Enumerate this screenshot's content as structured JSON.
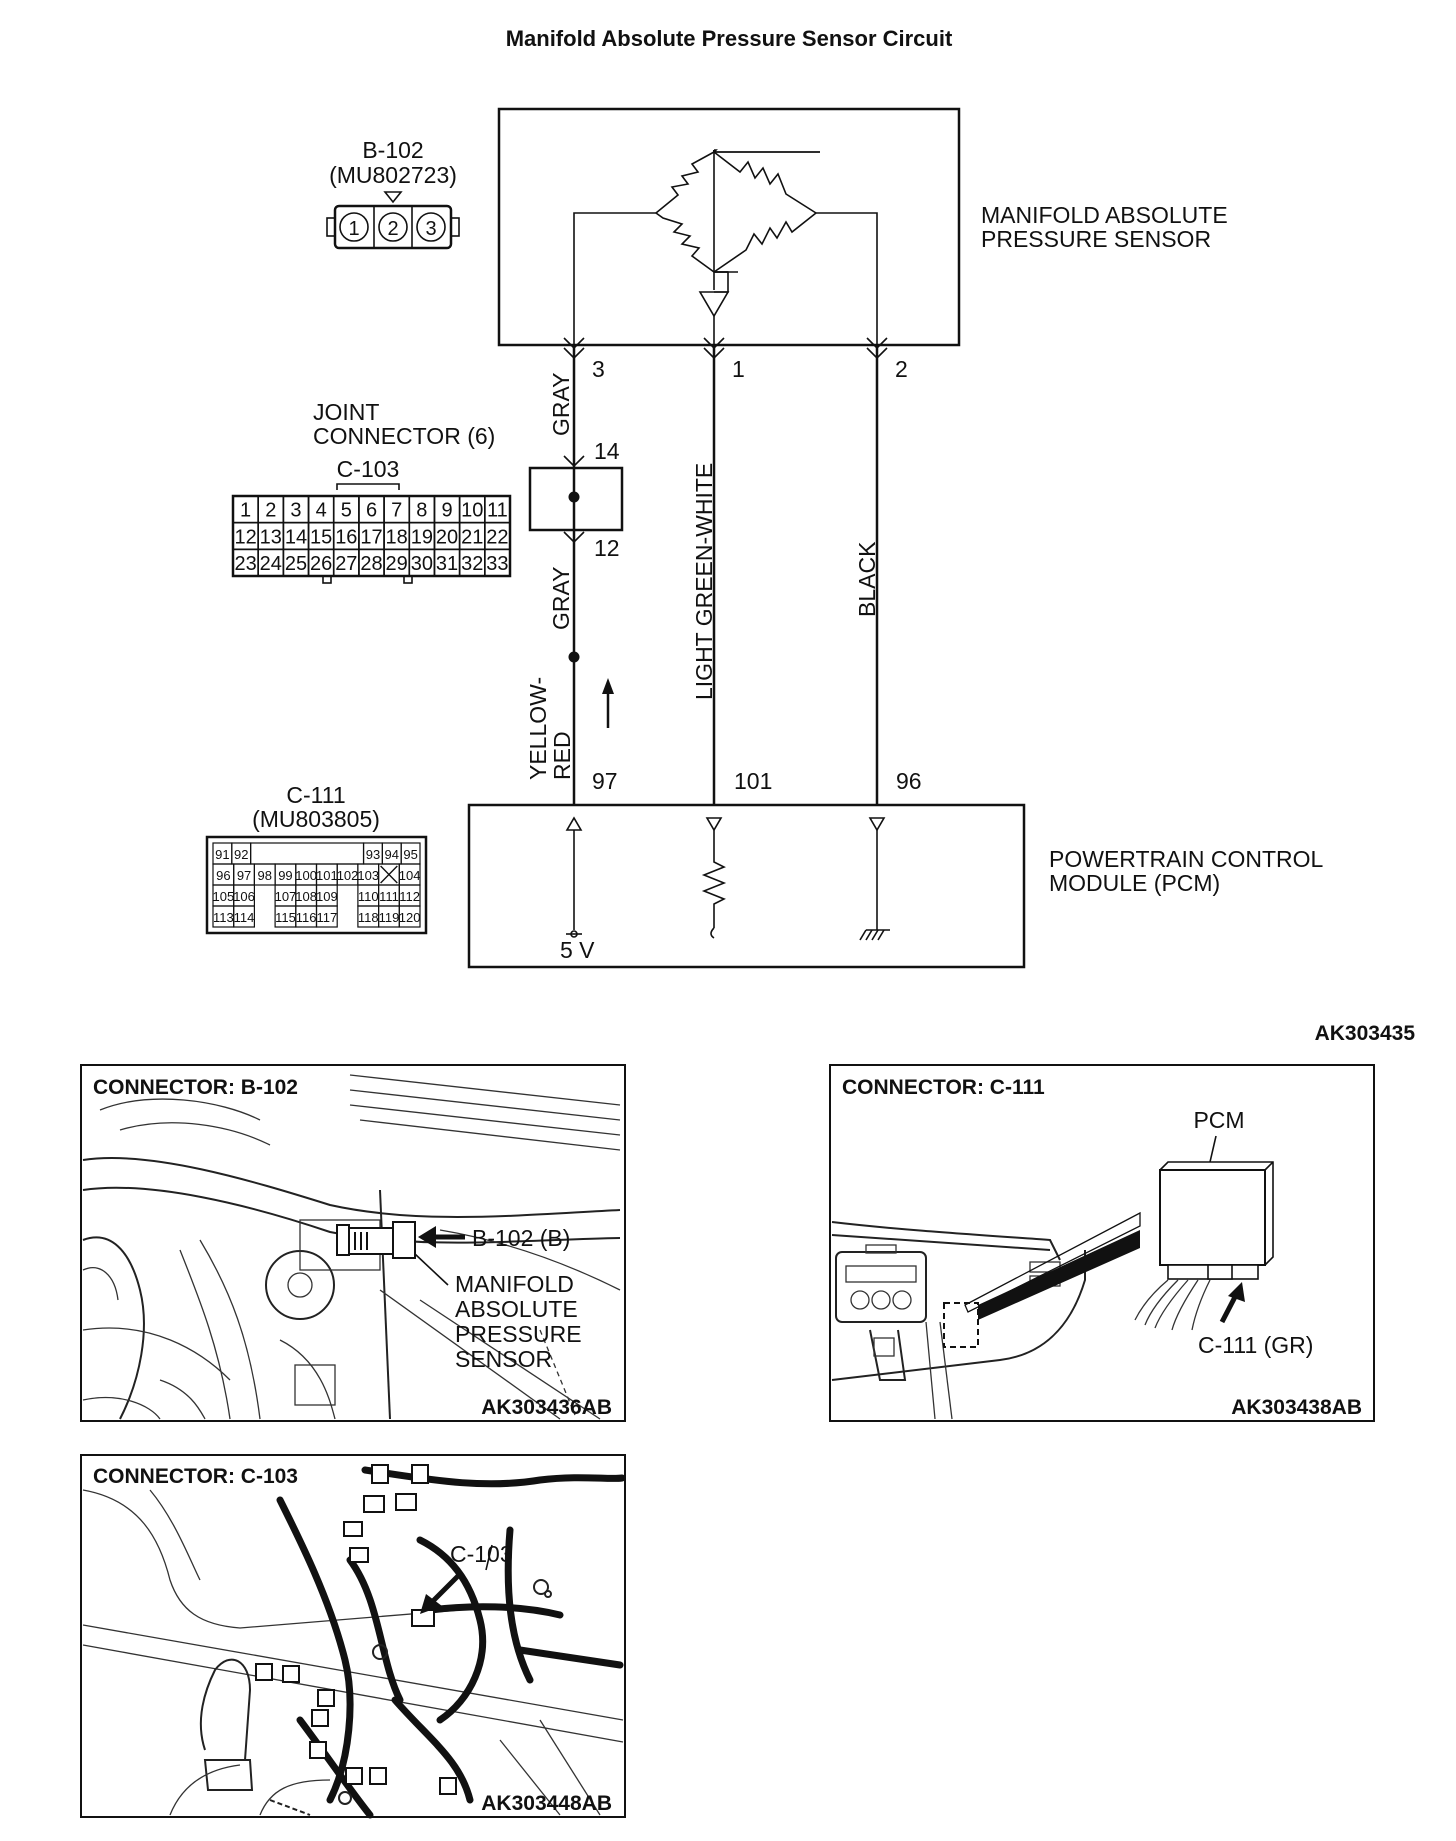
{
  "title": "Manifold Absolute Pressure Sensor Circuit",
  "diagram_code": "AK303435",
  "connector_b102": {
    "id": "B-102",
    "part": "(MU802723)",
    "pins": [
      "1",
      "2",
      "3"
    ]
  },
  "sensor_label": [
    "MANIFOLD ABSOLUTE",
    "PRESSURE SENSOR"
  ],
  "sensor_pins": [
    "3",
    "1",
    "2"
  ],
  "joint_connector": {
    "label": [
      "JOINT",
      "CONNECTOR (6)"
    ],
    "id": "C-103",
    "pin_in": "14",
    "pin_out": "12"
  },
  "c103_grid": [
    [
      "1",
      "2",
      "3",
      "4",
      "5",
      "6",
      "7",
      "8",
      "9",
      "10",
      "11"
    ],
    [
      "12",
      "13",
      "14",
      "15",
      "16",
      "17",
      "18",
      "19",
      "20",
      "21",
      "22"
    ],
    [
      "23",
      "24",
      "25",
      "26",
      "27",
      "28",
      "29",
      "30",
      "31",
      "32",
      "33"
    ]
  ],
  "c111": {
    "id": "C-111",
    "part": "(MU803805)",
    "rows": [
      [
        "91",
        "92",
        "",
        "",
        "",
        "",
        "",
        "",
        "93",
        "94",
        "95"
      ],
      [
        "96",
        "97",
        "98",
        "99",
        "100",
        "101",
        "102",
        "103",
        "X",
        "104"
      ],
      [
        "105",
        "106",
        "",
        "107",
        "108",
        "109",
        "",
        "110",
        "111",
        "112"
      ],
      [
        "113",
        "114",
        "",
        "115",
        "116",
        "117",
        "",
        "118",
        "119",
        "120"
      ]
    ]
  },
  "wires": {
    "gray_upper": "GRAY",
    "gray_lower": "GRAY",
    "yellow_red": [
      "YELLOW-",
      "RED"
    ],
    "light_green_white": "LIGHT GREEN-WHITE",
    "black": "BLACK"
  },
  "pcm_pins": [
    "97",
    "101",
    "96"
  ],
  "pcm_label": [
    "POWERTRAIN CONTROL",
    "MODULE (PCM)"
  ],
  "supply_label": "5 V",
  "panels": {
    "b102": {
      "header": "CONNECTOR: B-102",
      "callout": "B-102 (B)",
      "desc": [
        "MANIFOLD",
        "ABSOLUTE",
        "PRESSURE",
        "SENSOR"
      ],
      "code": "AK303436AB"
    },
    "c111": {
      "header": "CONNECTOR: C-111",
      "pcm": "PCM",
      "callout": "C-111 (GR)",
      "code": "AK303438AB"
    },
    "c103": {
      "header": "CONNECTOR: C-103",
      "callout": "C-103",
      "code": "AK303448AB"
    }
  }
}
